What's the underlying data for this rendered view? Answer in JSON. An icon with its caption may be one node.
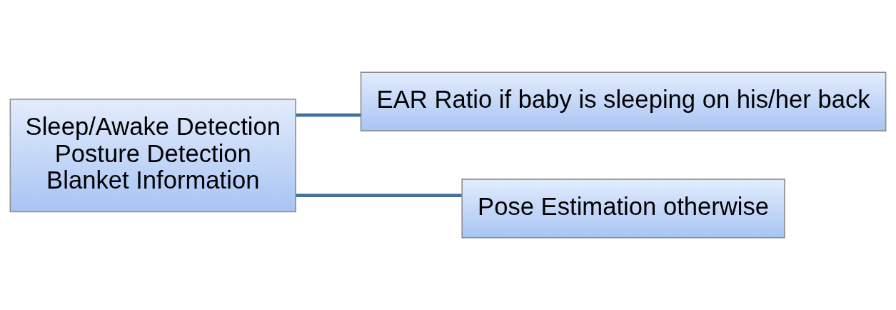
{
  "diagram": {
    "nodes": [
      {
        "text": [
          "Sleep/Awake Detection",
          "Posture Detection",
          "Blanket Information"
        ]
      },
      {
        "text": [
          "EAR Ratio if baby is sleeping on his/her back"
        ]
      },
      {
        "text": [
          "Pose Estimation otherwise"
        ]
      }
    ],
    "edges": [
      {
        "from": 0,
        "to": 1,
        "arrow": "none"
      },
      {
        "from": 0,
        "to": 2,
        "arrow": "none"
      }
    ]
  }
}
